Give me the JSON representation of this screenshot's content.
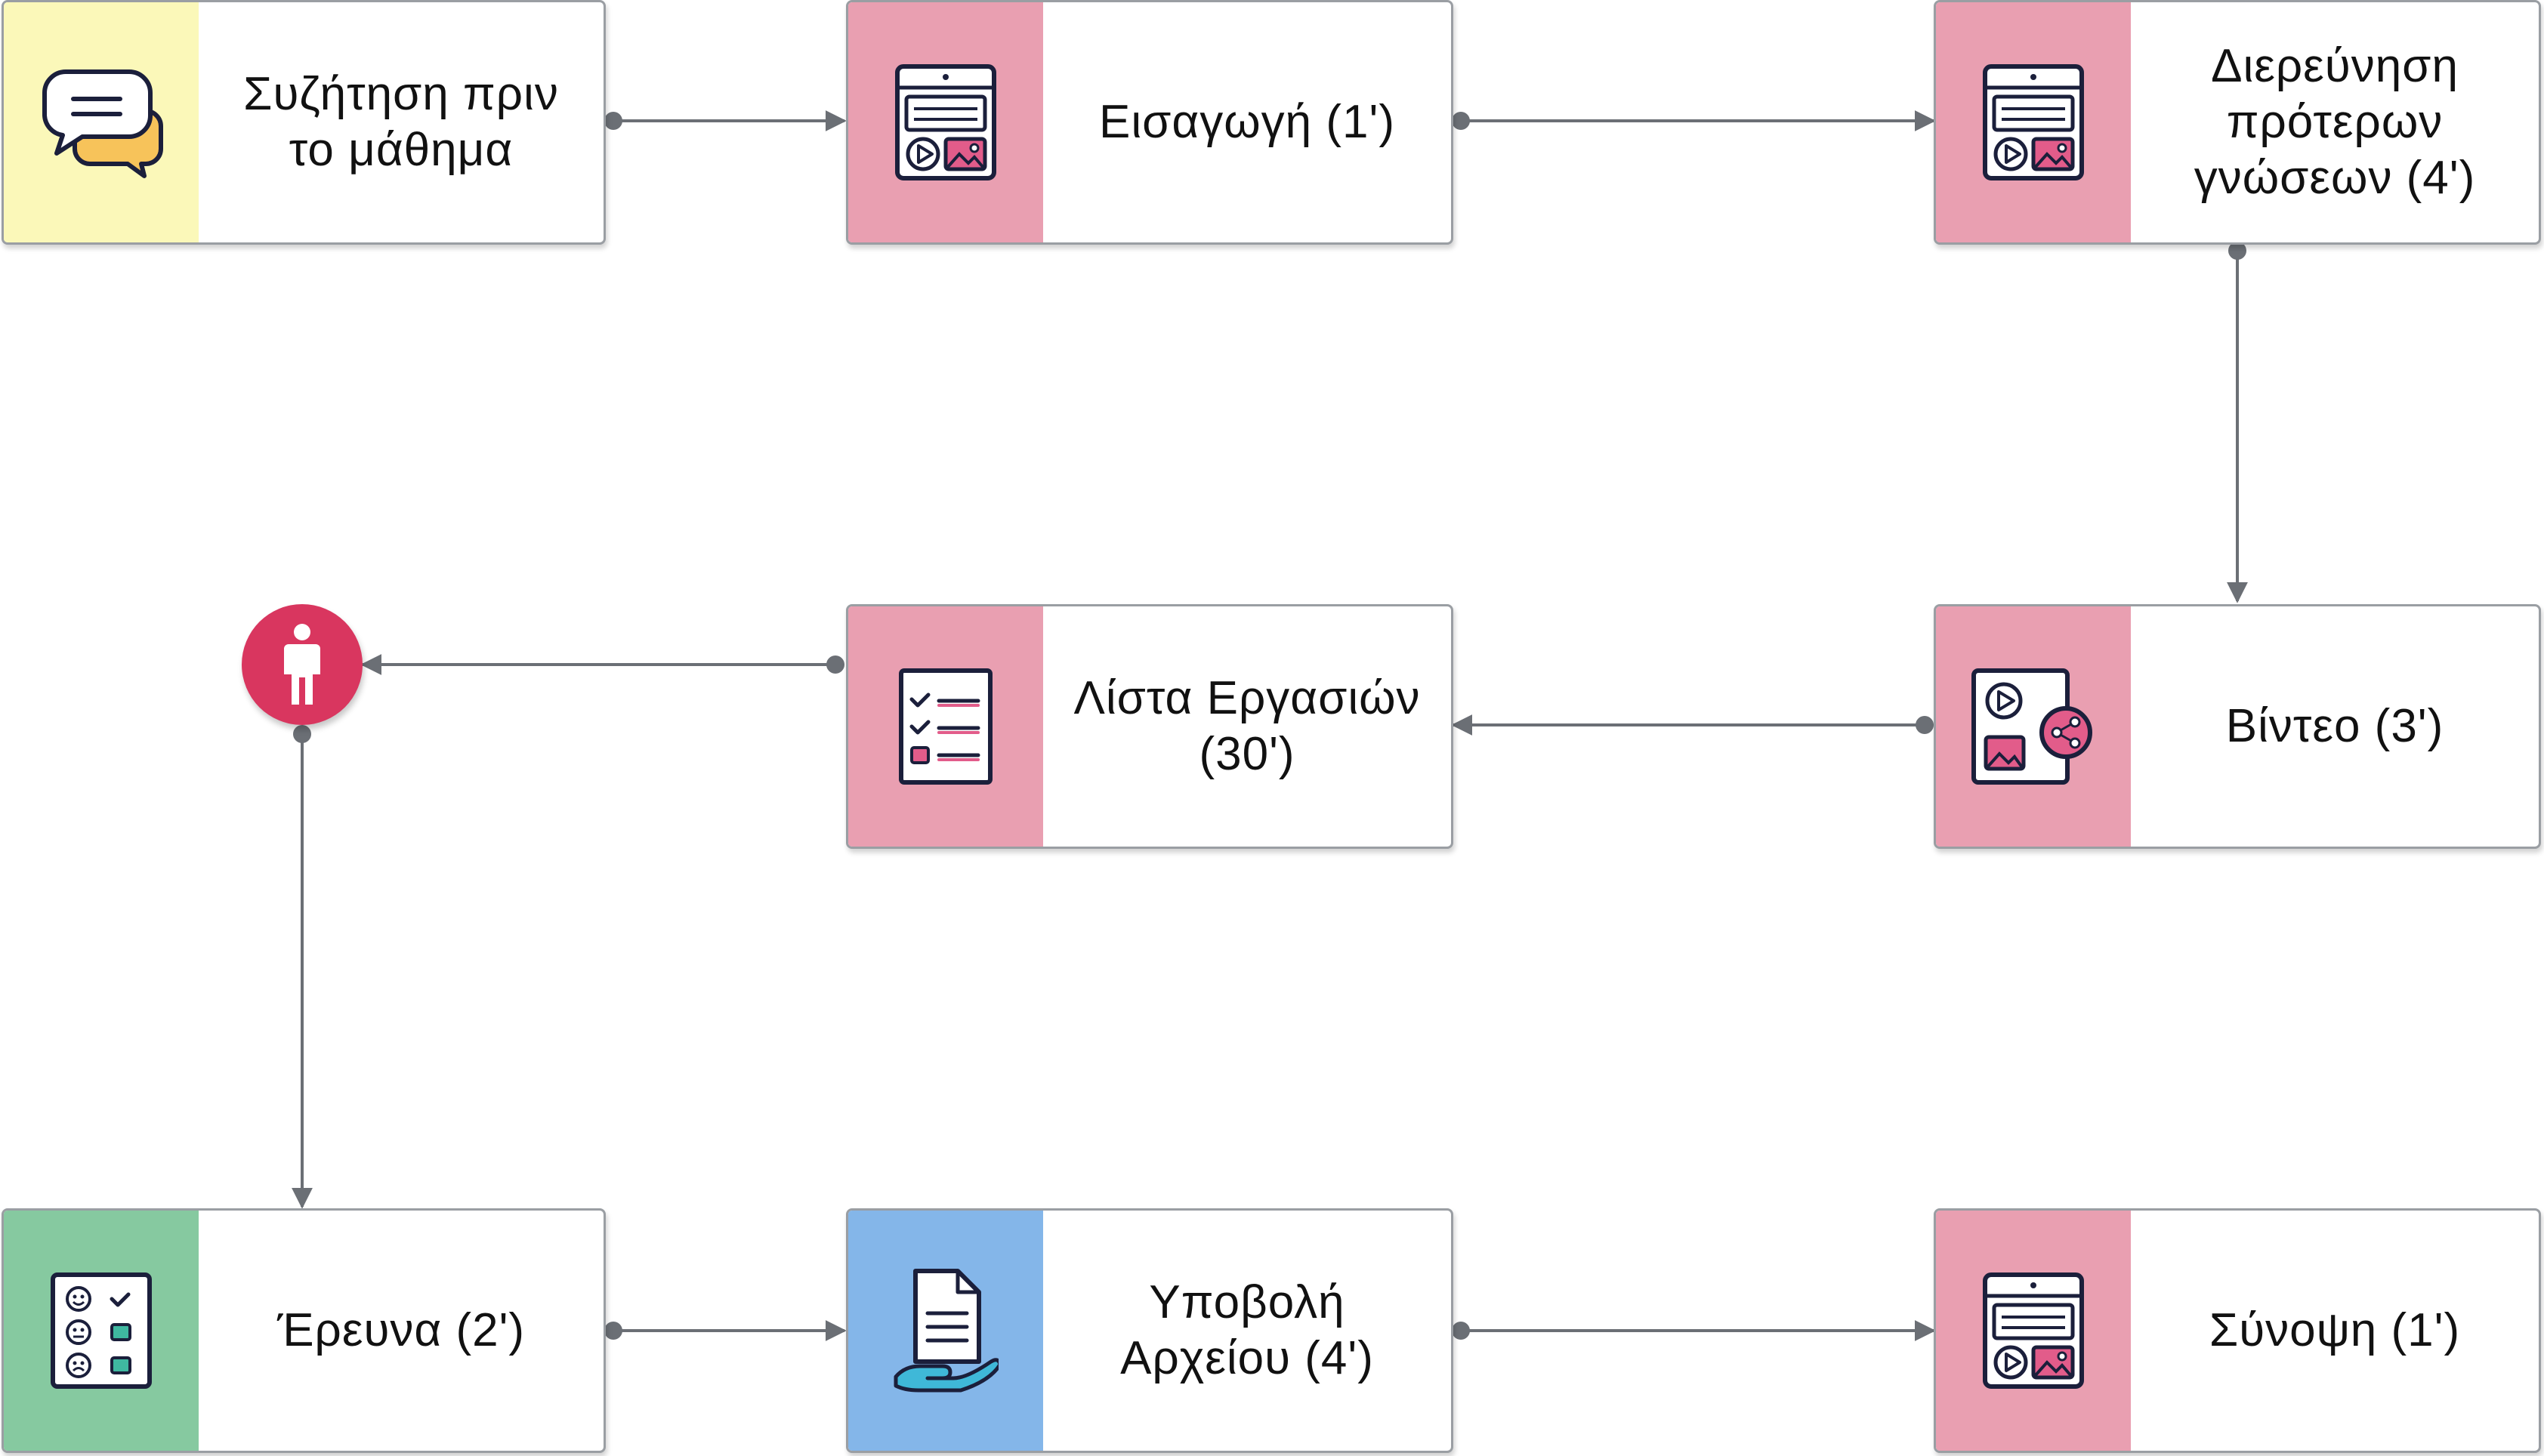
{
  "nodes": [
    {
      "id": "n1",
      "label": "Συζήτηση πριν\nτο μάθημα",
      "icon": "chat-bubbles-icon",
      "color": "yellow"
    },
    {
      "id": "n2",
      "label": "Εισαγωγή (1')",
      "icon": "multimedia-page-icon",
      "color": "pink"
    },
    {
      "id": "n3",
      "label": "Διερεύνηση\nπρότερων\nγνώσεων (4')",
      "icon": "multimedia-page-icon",
      "color": "pink"
    },
    {
      "id": "n4",
      "label": "Βίντεο (3')",
      "icon": "video-share-icon",
      "color": "pink"
    },
    {
      "id": "n5",
      "label": "Λίστα Εργασιών\n(30')",
      "icon": "checklist-icon",
      "color": "pink"
    },
    {
      "id": "n6",
      "label": "Έρευνα (2')",
      "icon": "survey-icon",
      "color": "green"
    },
    {
      "id": "n7",
      "label": "Υποβολή\nΑρχείου (4')",
      "icon": "file-submit-icon",
      "color": "blue"
    },
    {
      "id": "n8",
      "label": "Σύνοψη (1')",
      "icon": "multimedia-page-icon",
      "color": "pink"
    }
  ],
  "person_node": {
    "icon": "person-icon",
    "color": "#d9365f"
  },
  "colors": {
    "yellow": "#fbf8b9",
    "pink": "#e99fb1",
    "green": "#86c9a0",
    "blue": "#84b6e9",
    "edge": "#6b6f75",
    "icon_pink": "#e25c8a"
  },
  "edges": [
    {
      "from": "n1",
      "to": "n2"
    },
    {
      "from": "n2",
      "to": "n3"
    },
    {
      "from": "n3",
      "to": "n4"
    },
    {
      "from": "n4",
      "to": "n5"
    },
    {
      "from": "n5",
      "to": "person"
    },
    {
      "from": "person",
      "to": "n6"
    },
    {
      "from": "n6",
      "to": "n7"
    },
    {
      "from": "n7",
      "to": "n8"
    }
  ]
}
